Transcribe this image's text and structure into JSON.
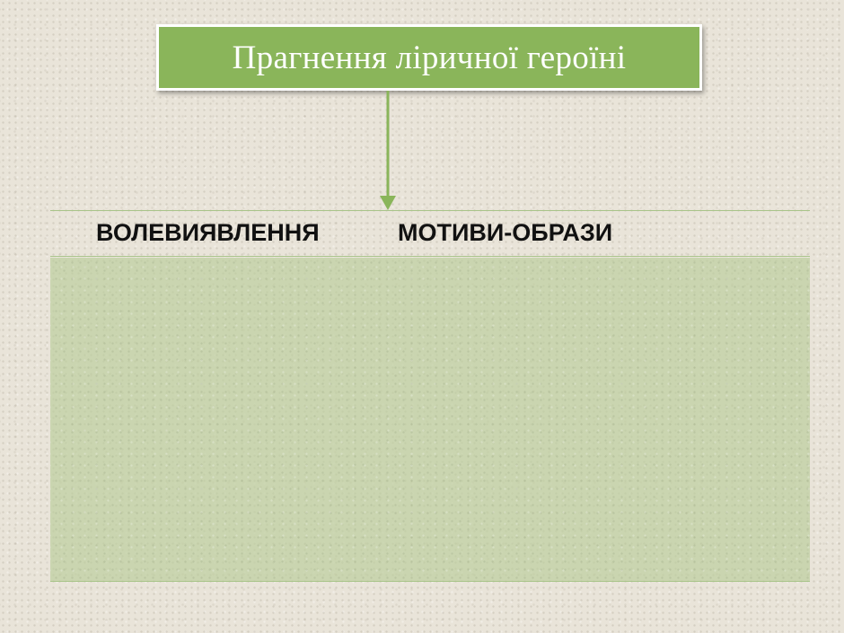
{
  "title": {
    "text": "Прагнення ліричної героїні"
  },
  "columns": [
    {
      "header": "ВОЛЕВИЯВЛЕННЯ"
    },
    {
      "header": "МОТИВИ-ОБРАЗИ"
    }
  ],
  "colors": {
    "title_fill": "#8ab55a",
    "title_text": "#ffffff",
    "arrow": "#8ab55a",
    "table_body": "#c2d1a6",
    "background": "#e9e4d9"
  }
}
